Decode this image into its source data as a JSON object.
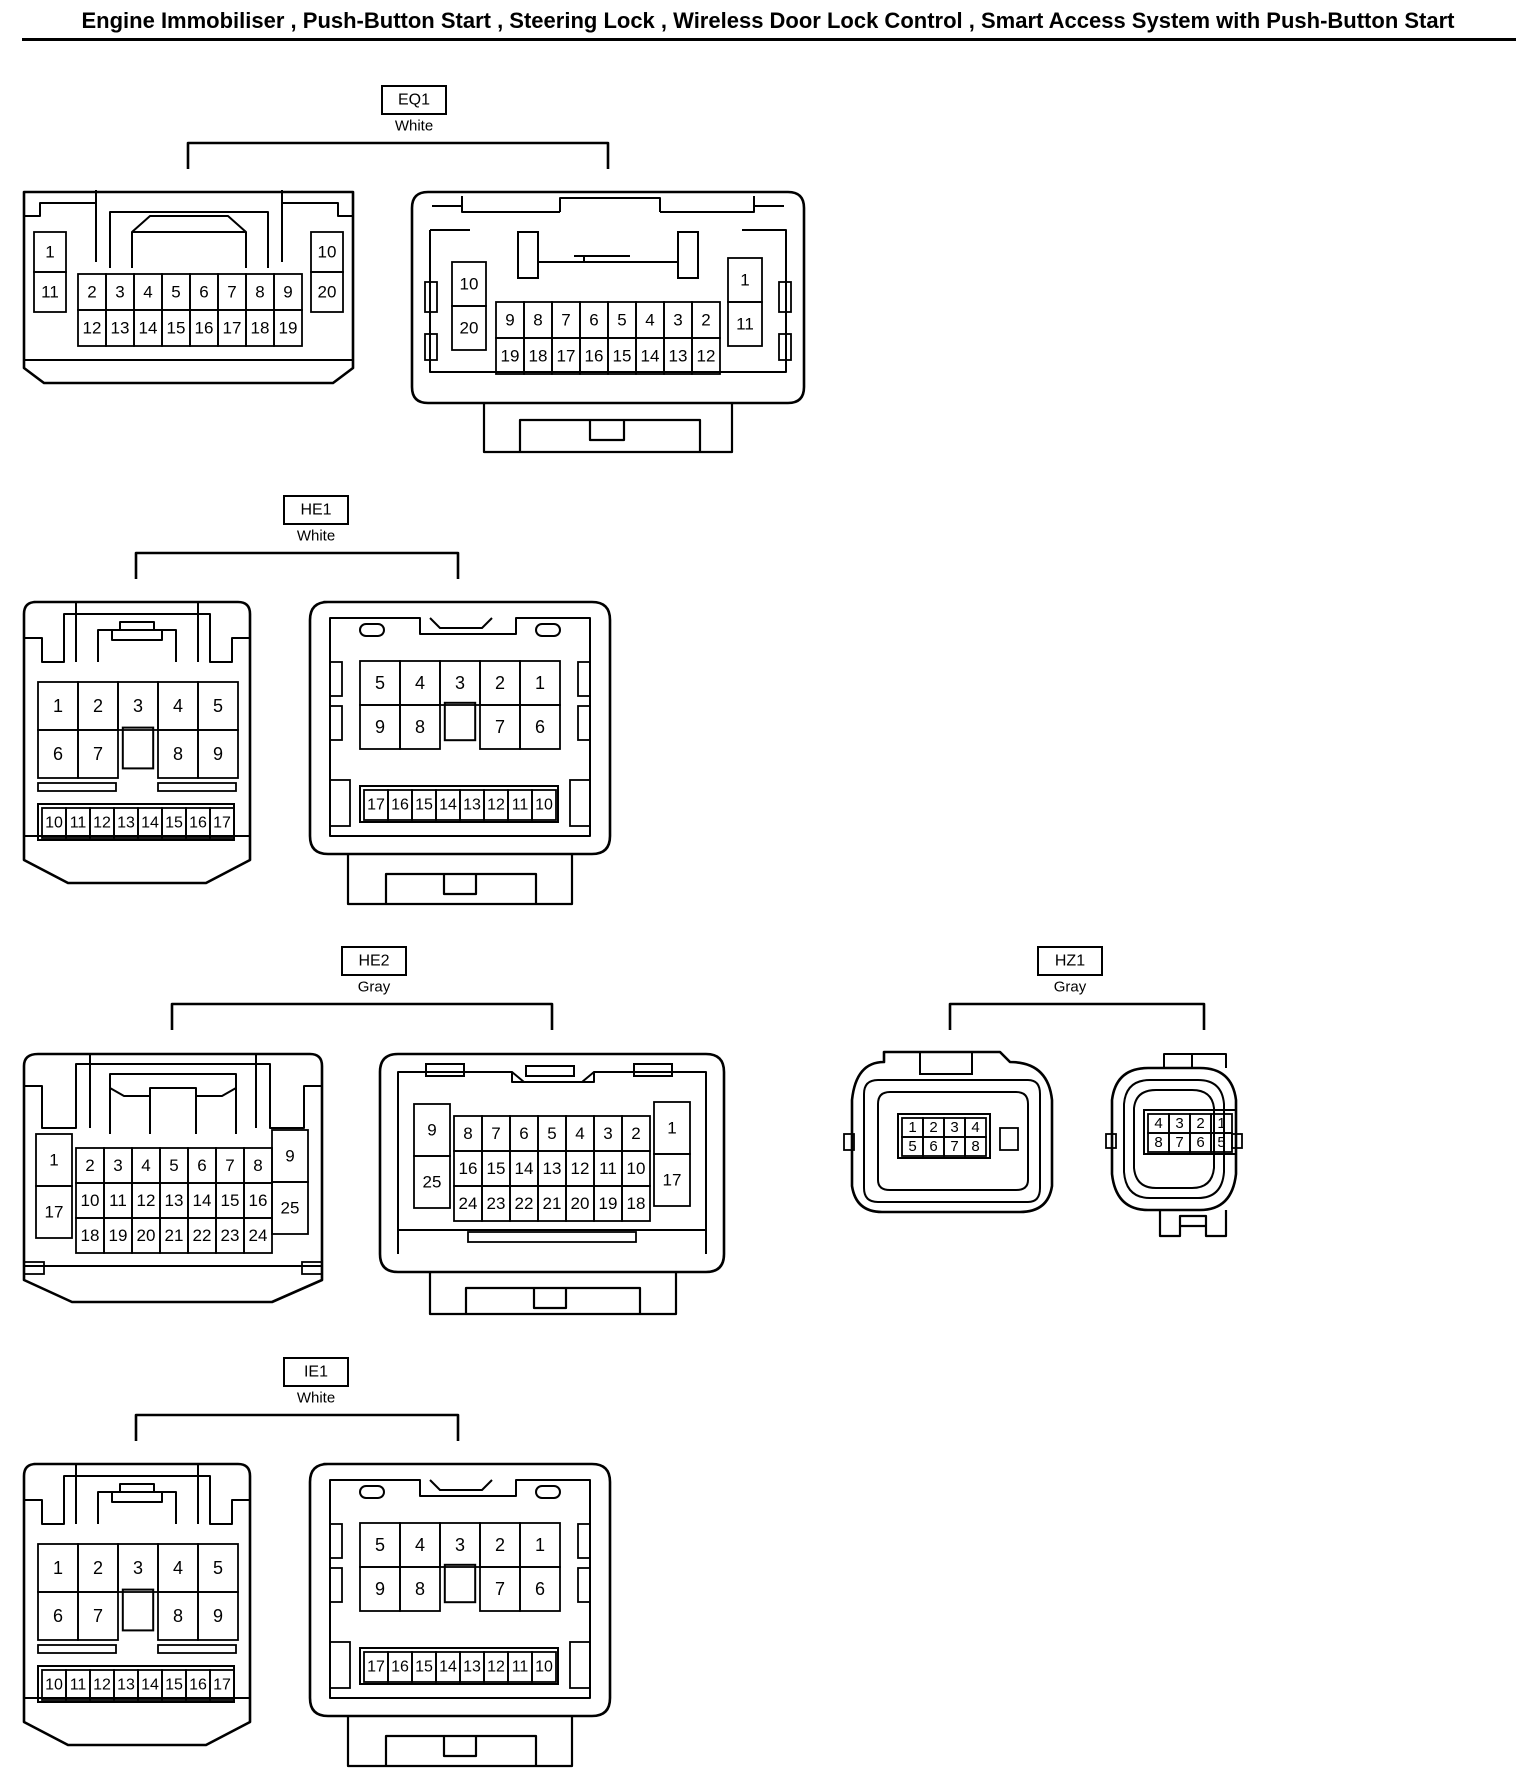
{
  "title": "Engine Immobiliser , Push-Button Start , Steering Lock , Wireless Door Lock Control , Smart Access System with Push-Button Start",
  "connectors": [
    {
      "code": "EQ1",
      "color": "White",
      "left": {
        "single_left": [
          "1",
          "11"
        ],
        "grid": [
          [
            "2",
            "3",
            "4",
            "5",
            "6",
            "7",
            "8",
            "9"
          ],
          [
            "12",
            "13",
            "14",
            "15",
            "16",
            "17",
            "18",
            "19"
          ]
        ],
        "single_right": [
          "10",
          "20"
        ]
      },
      "right": {
        "single_left": [
          "10",
          "20"
        ],
        "grid": [
          [
            "9",
            "8",
            "7",
            "6",
            "5",
            "4",
            "3",
            "2"
          ],
          [
            "19",
            "18",
            "17",
            "16",
            "15",
            "14",
            "13",
            "12"
          ]
        ],
        "single_right": [
          "1",
          "11"
        ]
      }
    },
    {
      "code": "HE1",
      "color": "White",
      "left": {
        "grid": [
          [
            "1",
            "2",
            "3",
            "4",
            "5"
          ],
          [
            "6",
            "7",
            "",
            "8",
            "9"
          ]
        ],
        "bottom": [
          "10",
          "11",
          "12",
          "13",
          "14",
          "15",
          "16",
          "17"
        ]
      },
      "right": {
        "grid": [
          [
            "5",
            "4",
            "3",
            "2",
            "1"
          ],
          [
            "9",
            "8",
            "",
            "7",
            "6"
          ]
        ],
        "bottom": [
          "17",
          "16",
          "15",
          "14",
          "13",
          "12",
          "11",
          "10"
        ]
      }
    },
    {
      "code": "HE2",
      "color": "Gray",
      "left": {
        "single_left": [
          "1",
          "17"
        ],
        "grid": [
          [
            "2",
            "3",
            "4",
            "5",
            "6",
            "7",
            "8"
          ],
          [
            "10",
            "11",
            "12",
            "13",
            "14",
            "15",
            "16"
          ],
          [
            "18",
            "19",
            "20",
            "21",
            "22",
            "23",
            "24"
          ]
        ],
        "single_right": [
          "9",
          "25"
        ]
      },
      "right": {
        "single_left": [
          "9",
          "25"
        ],
        "grid": [
          [
            "8",
            "7",
            "6",
            "5",
            "4",
            "3",
            "2"
          ],
          [
            "16",
            "15",
            "14",
            "13",
            "12",
            "11",
            "10"
          ],
          [
            "24",
            "23",
            "22",
            "21",
            "20",
            "19",
            "18"
          ]
        ],
        "single_right": [
          "1",
          "17"
        ]
      }
    },
    {
      "code": "HZ1",
      "color": "Gray",
      "left": {
        "grid": [
          [
            "1",
            "2",
            "3",
            "4"
          ],
          [
            "5",
            "6",
            "7",
            "8"
          ]
        ]
      },
      "right": {
        "grid": [
          [
            "4",
            "3",
            "2",
            "1"
          ],
          [
            "8",
            "7",
            "6",
            "5"
          ]
        ]
      }
    },
    {
      "code": "IE1",
      "color": "White",
      "left": {
        "grid": [
          [
            "1",
            "2",
            "3",
            "4",
            "5"
          ],
          [
            "6",
            "7",
            "",
            "8",
            "9"
          ]
        ],
        "bottom": [
          "10",
          "11",
          "12",
          "13",
          "14",
          "15",
          "16",
          "17"
        ]
      },
      "right": {
        "grid": [
          [
            "5",
            "4",
            "3",
            "2",
            "1"
          ],
          [
            "9",
            "8",
            "",
            "7",
            "6"
          ]
        ],
        "bottom": [
          "17",
          "16",
          "15",
          "14",
          "13",
          "12",
          "11",
          "10"
        ]
      }
    }
  ]
}
